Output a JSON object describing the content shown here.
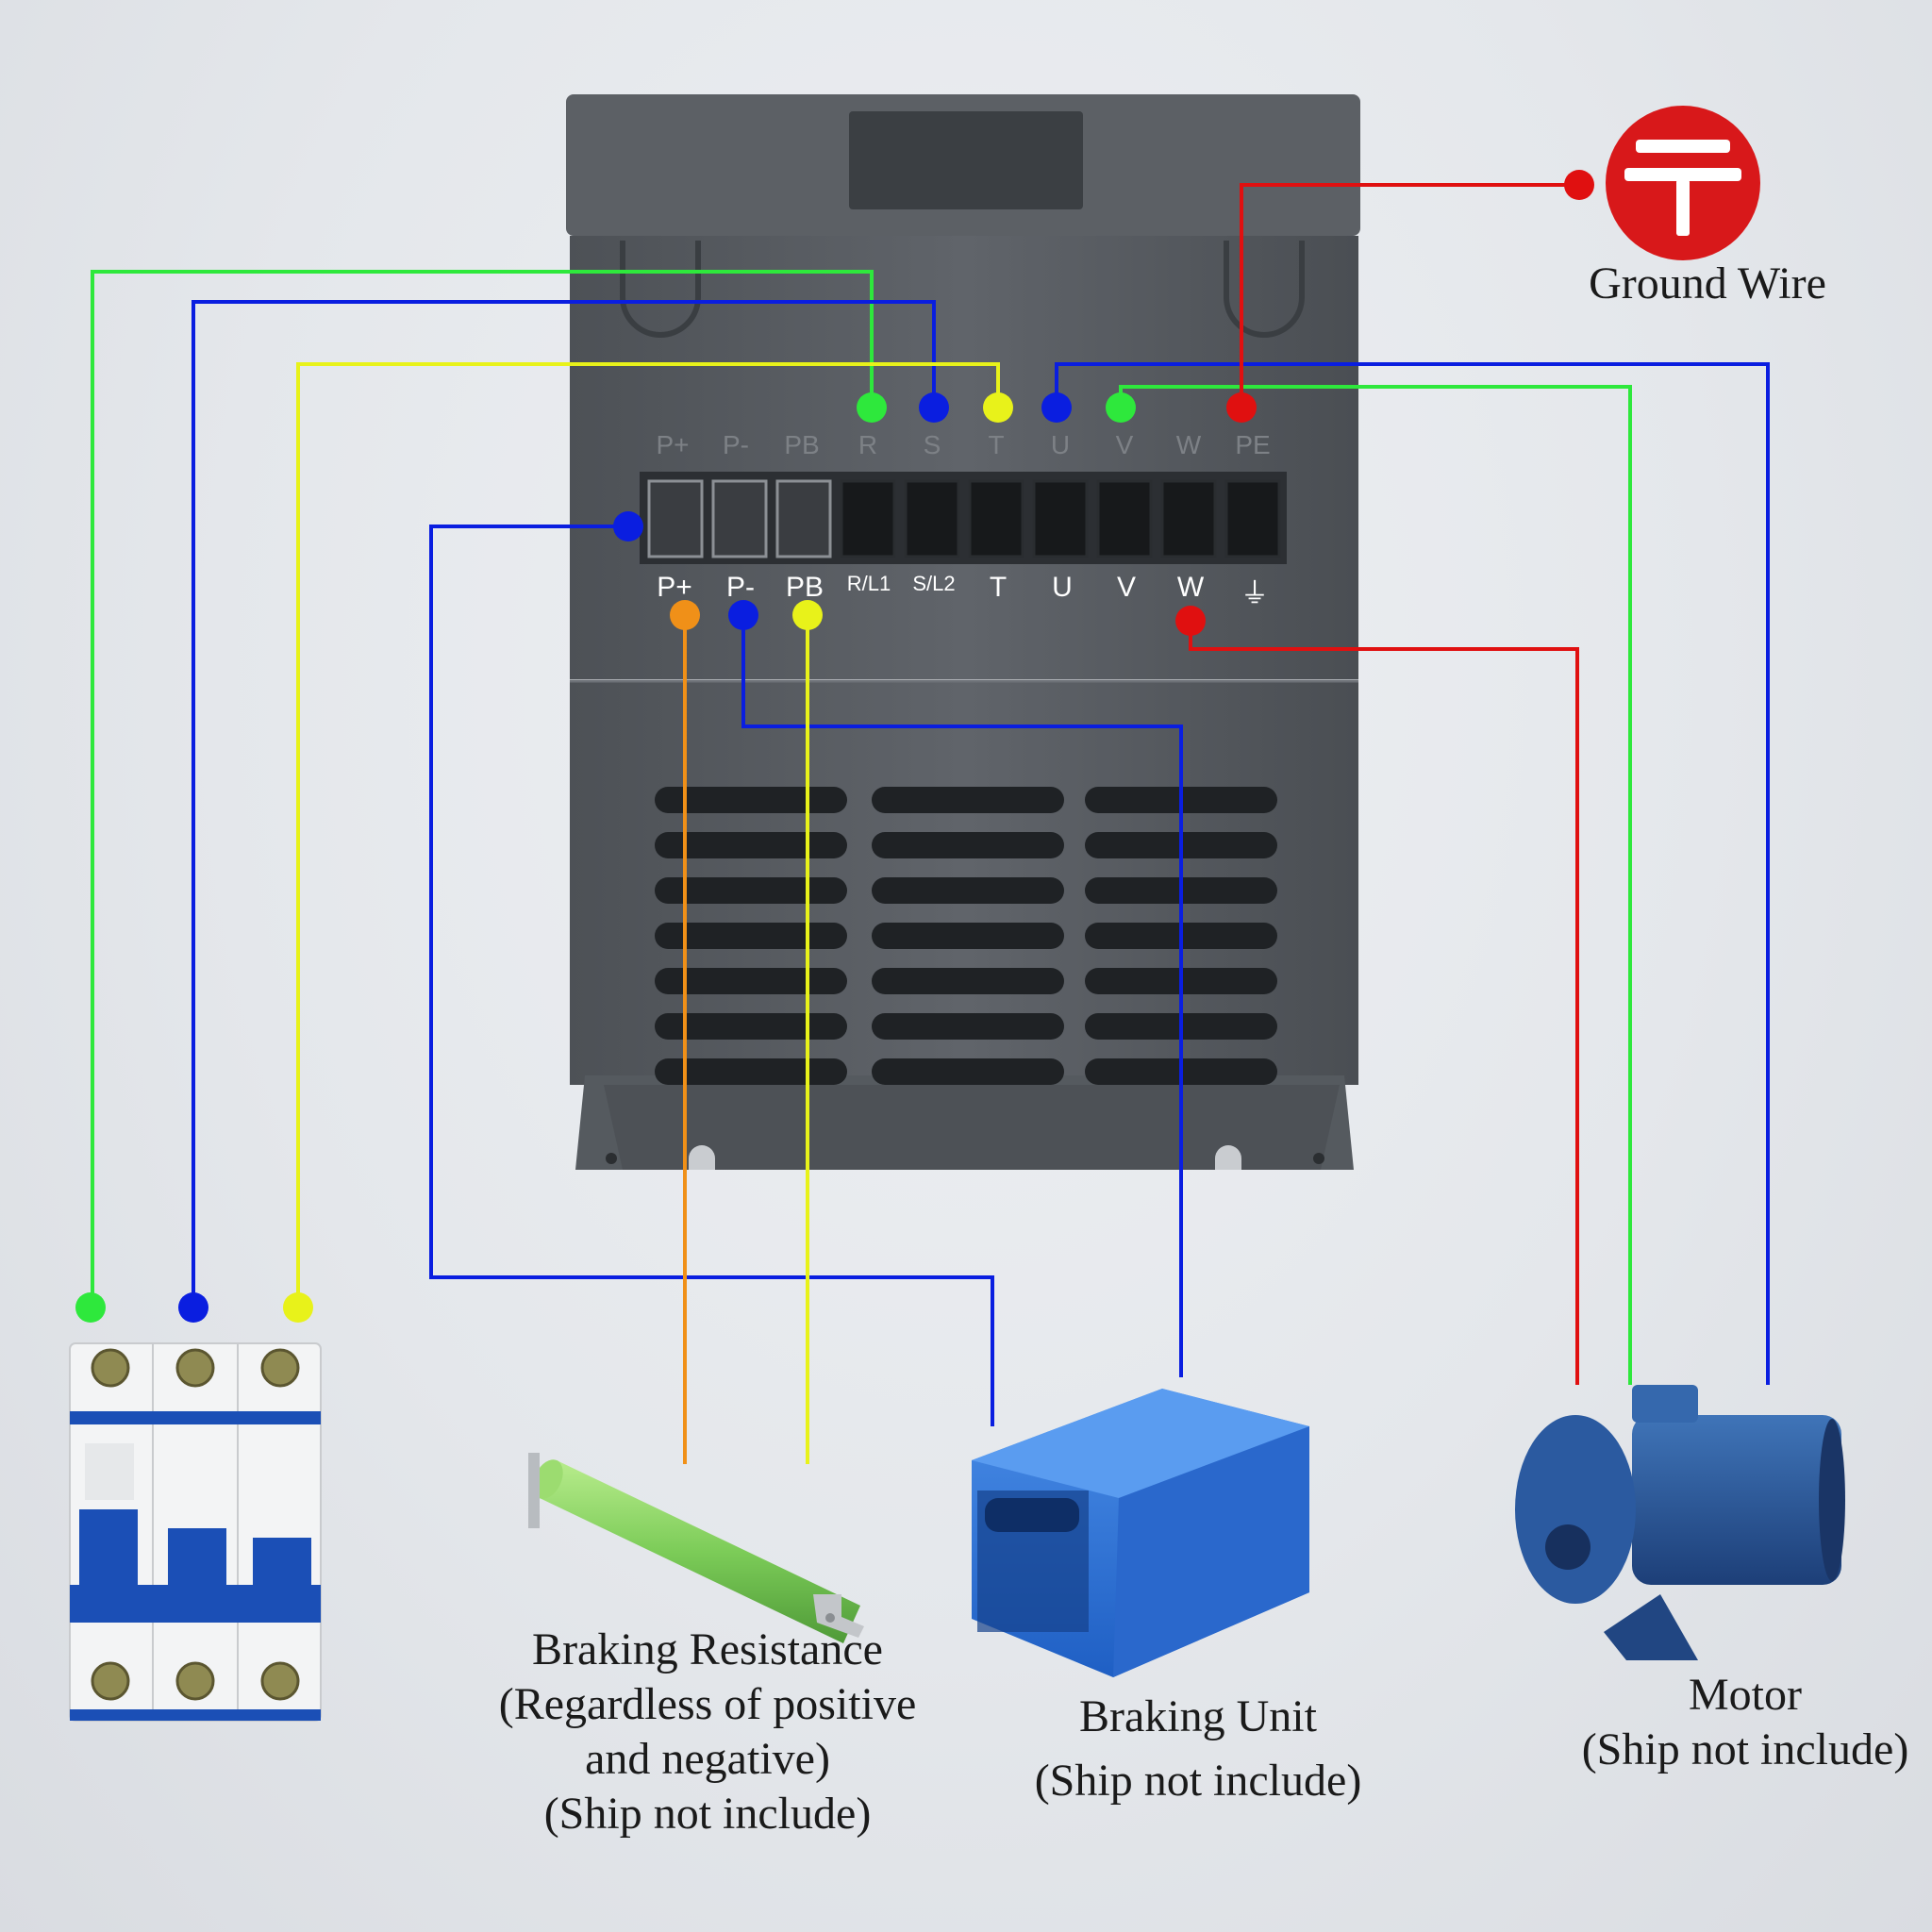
{
  "ground": {
    "label": "Ground Wire",
    "symbol": "〒"
  },
  "terminals_top": [
    "P+",
    "P-",
    "PB",
    "R",
    "S",
    "T",
    "U",
    "V",
    "W",
    "PE"
  ],
  "terminals_bottom": {
    "p_plus": "P+",
    "p_minus": "P-",
    "pb": "PB",
    "r": "R/L1",
    "s": "S/L2",
    "t": "T",
    "u": "U",
    "v": "V",
    "w": "W",
    "earth": "⏚"
  },
  "braking_resistance": {
    "line1": "Braking Resistance",
    "line2": "(Regardless of positive",
    "line3": "and negative)",
    "line4": "(Ship not include)"
  },
  "braking_unit": {
    "line1": "Braking Unit",
    "line2": "(Ship not include)"
  },
  "motor": {
    "line1": "Motor",
    "line2": "(Ship not include)"
  },
  "colors": {
    "green": "#2ee83c",
    "blue": "#0a1ee0",
    "yellow": "#e8f21a",
    "red": "#e01010",
    "orange": "#f09018",
    "housing": "#5a5e63",
    "housing_dark": "#3e4246"
  }
}
